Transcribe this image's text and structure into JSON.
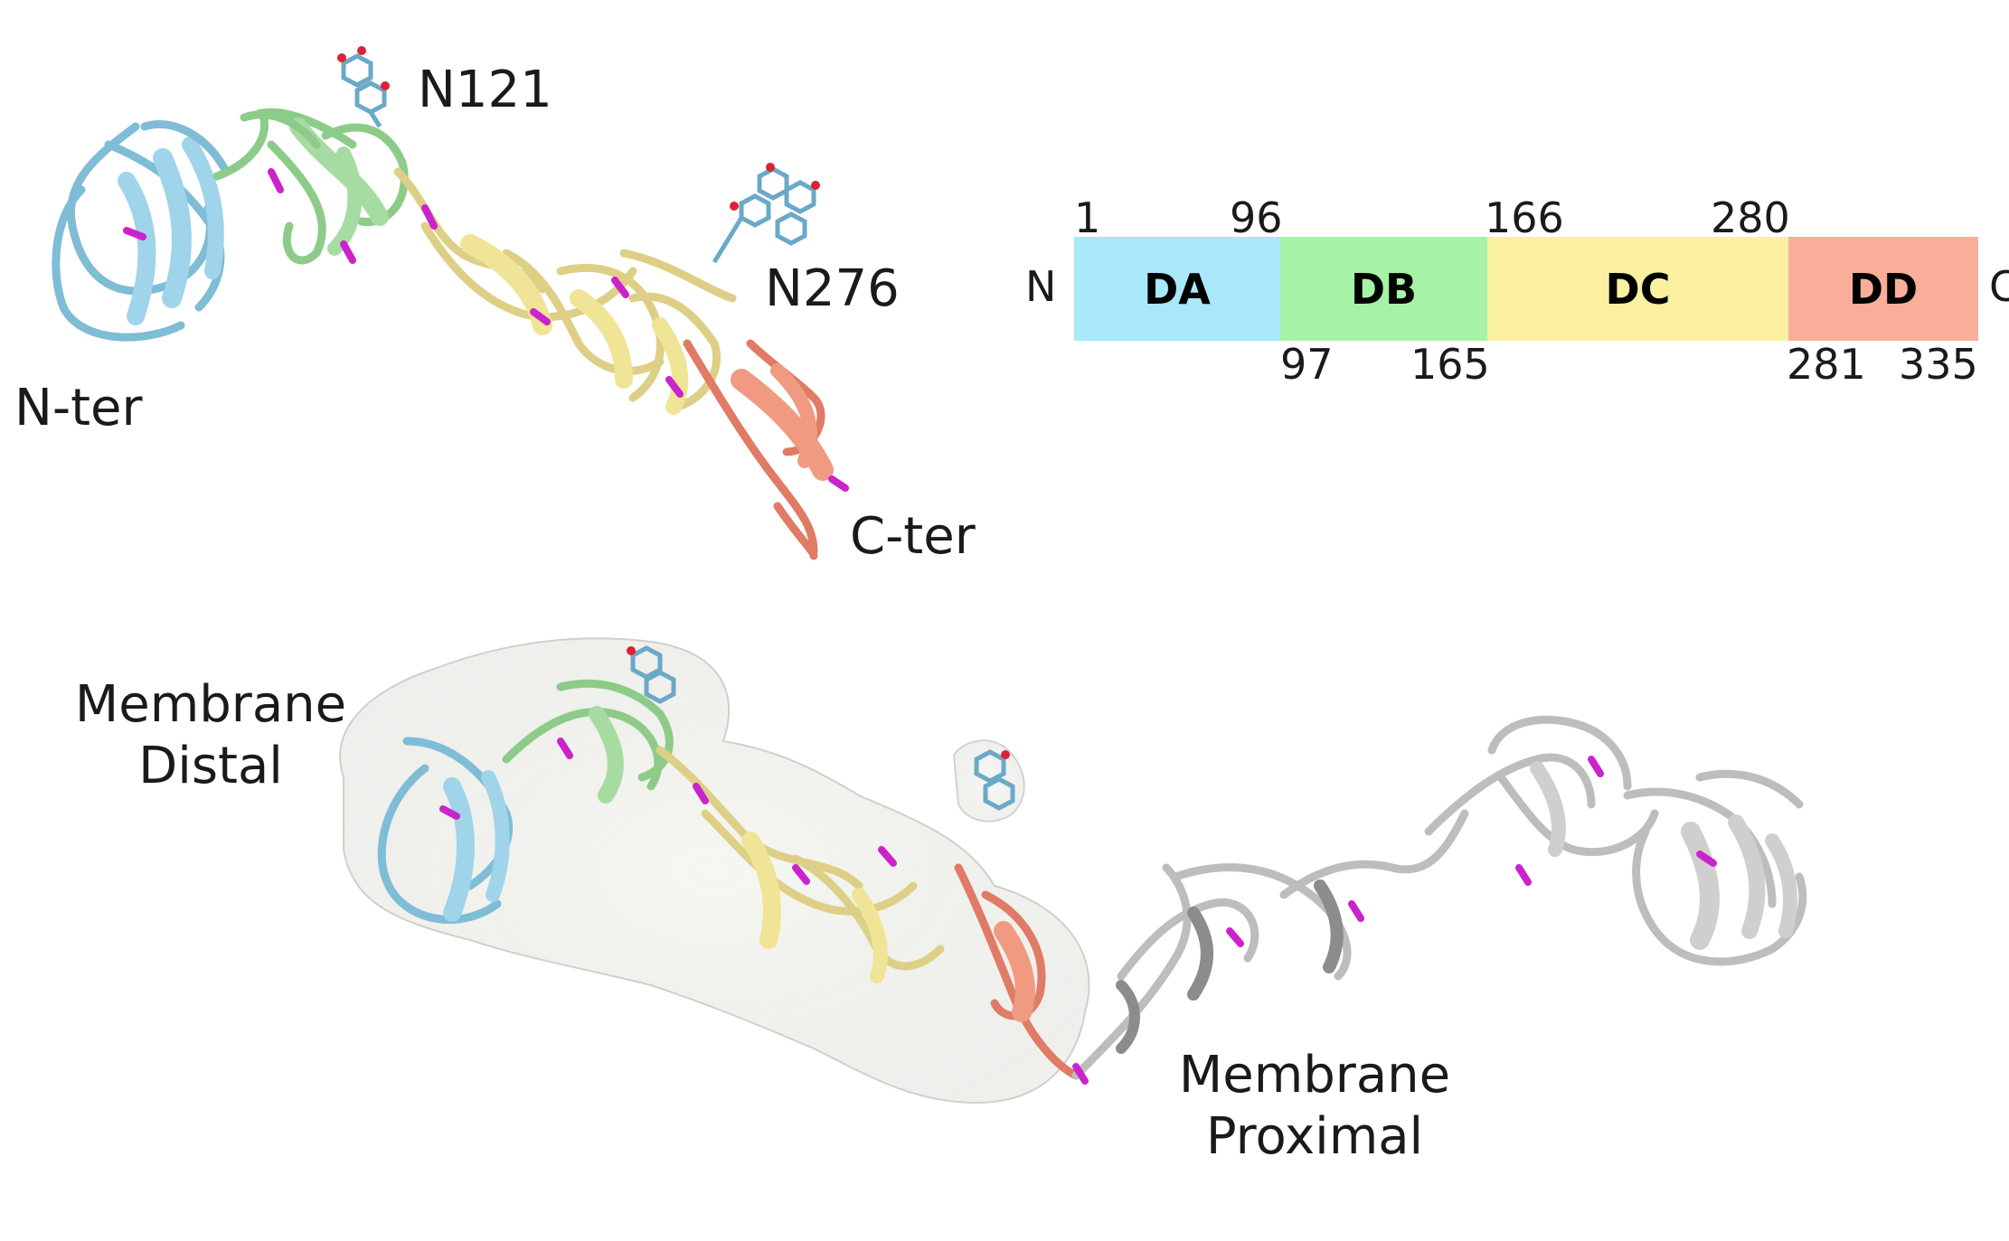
{
  "structure_labels": {
    "glycan_site_1": "N121",
    "glycan_site_2": "N276",
    "n_terminus": "N-ter",
    "c_terminus": "C-ter"
  },
  "dimer_labels": {
    "distal_line1": "Membrane",
    "distal_line2": "Distal",
    "proximal_line1": "Membrane",
    "proximal_line2": "Proximal"
  },
  "domain_map": {
    "n_end": "N",
    "c_end": "C",
    "domains": [
      {
        "name": "DA",
        "start": "1",
        "end": "96",
        "color": "#a8e8f8"
      },
      {
        "name": "DB",
        "start": "97",
        "end": "165",
        "color": "#a6f2a6"
      },
      {
        "name": "DC",
        "start": "166",
        "end": "280",
        "color": "#faf0a0"
      },
      {
        "name": "DD",
        "start": "281",
        "end": "335",
        "color": "#f8ae98"
      }
    ]
  },
  "colors": {
    "domain_a_ribbon": "#8ecbe0",
    "domain_b_ribbon": "#9ed69a",
    "domain_c_ribbon": "#e7dc8e",
    "domain_d_ribbon": "#e8806a",
    "disulfide": "#cc22cc",
    "partner_ribbon": "#d9d9d9"
  }
}
